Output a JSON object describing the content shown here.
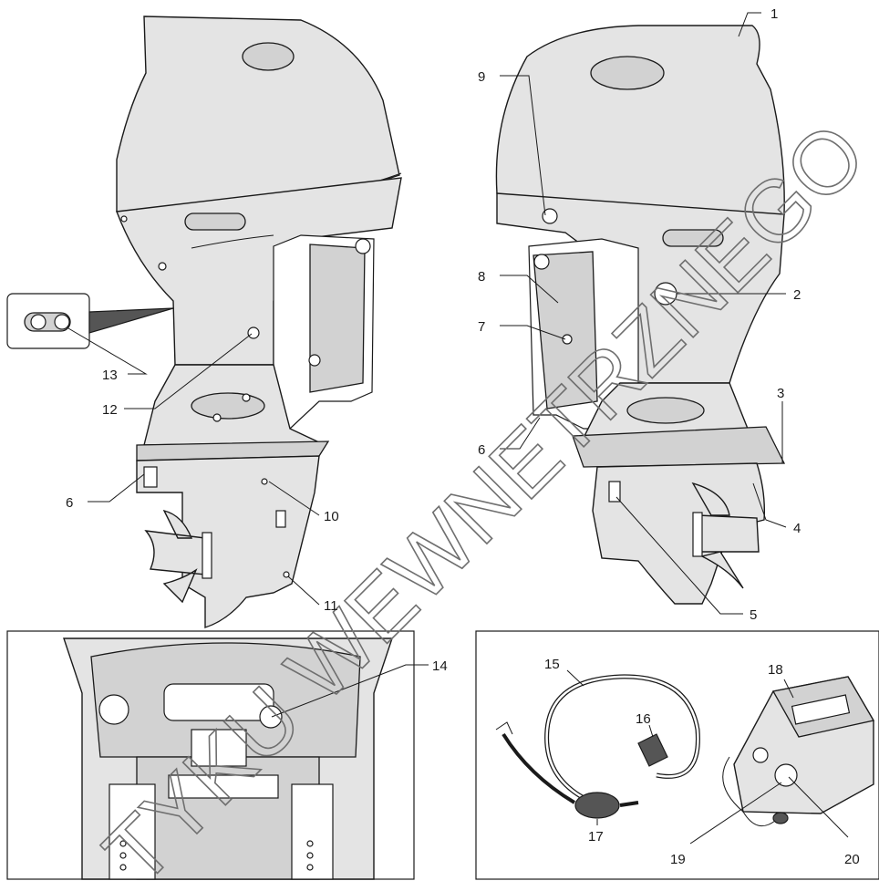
{
  "figure": {
    "watermark": "TYKU WEWNETRZNEGO",
    "callouts": {
      "left_motor": [
        "6",
        "10",
        "11",
        "12",
        "13"
      ],
      "right_motor": [
        "1",
        "2",
        "3",
        "4",
        "5",
        "6",
        "7",
        "8",
        "9"
      ],
      "transom_inset": [
        "14"
      ],
      "fuel_inset": [
        "15",
        "16",
        "17",
        "18",
        "19",
        "20"
      ]
    }
  }
}
